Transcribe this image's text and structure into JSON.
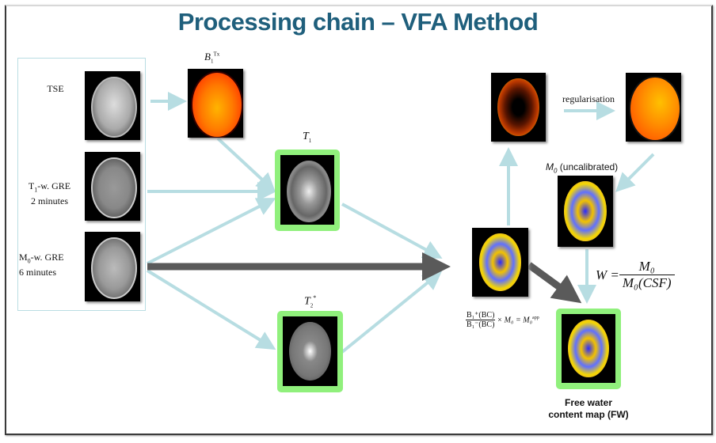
{
  "title": "Processing chain – VFA Method",
  "inputs": [
    {
      "label": "TSE"
    },
    {
      "label_main": "T",
      "label_sub": "1",
      "label_rest": "-w. GRE",
      "label_line2": "2 minutes"
    },
    {
      "label_main": "M",
      "label_sub": "0",
      "label_rest": "-w. GRE",
      "label_line2": "6 minutes"
    }
  ],
  "b1tx": {
    "main": "B",
    "sub": "1",
    "sup": "Tx"
  },
  "t1": {
    "main": "T",
    "sub": "1"
  },
  "t2star": {
    "main": "T",
    "sub": "2",
    "sup": "*"
  },
  "regularisation_label": "regularisation",
  "m0_uncal": {
    "main": "M",
    "sub": "0",
    "rest": " (uncalibrated)"
  },
  "formula_w": {
    "lhs": "W =",
    "numerator": "M₀",
    "denominator": "M₀(CSF)"
  },
  "formula_bc": {
    "num": "B₁⁺(BC)",
    "den": "B₁⁻(BC)",
    "rest": "× M₀ = M₀",
    "sup": "app"
  },
  "output_caption": {
    "line1": "Free water",
    "line2": "content map (FW)"
  },
  "colors": {
    "title": "#1f5f7c",
    "thin_arrow": "#b7dde2",
    "thick_arrow": "#5a5a5a",
    "green_frame": "#90f07c"
  }
}
